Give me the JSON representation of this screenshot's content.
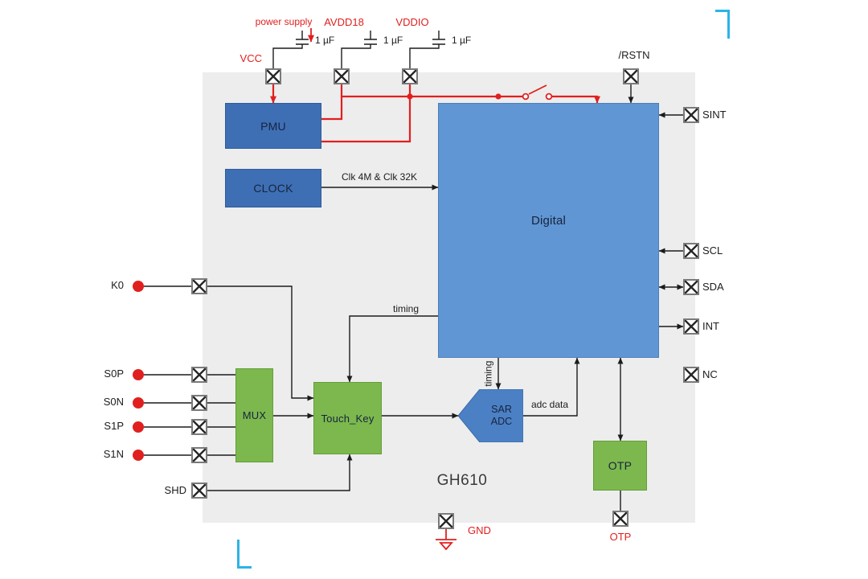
{
  "chip": {
    "name": "GH610"
  },
  "colors": {
    "chip_bg": "#ededed",
    "block_blue": "#3e6fb4",
    "block_blue_light": "#6096d3",
    "block_green": "#7cb84e",
    "wire_red": "#e0201f",
    "wire_black": "#1c1c1c",
    "corner_mark_blue": "#2bb3e6"
  },
  "blocks": {
    "pmu": "PMU",
    "clock": "CLOCK",
    "digital": "Digital",
    "mux": "MUX",
    "touch_key": "Touch_Key",
    "sar_adc_line1": "SAR",
    "sar_adc_line2": "ADC",
    "otp": "OTP"
  },
  "pins": {
    "vcc": "VCC",
    "avdd18": "AVDD18",
    "vddio": "VDDIO",
    "rstn": "/RSTN",
    "sint": "SINT",
    "scl": "SCL",
    "sda": "SDA",
    "int": "INT",
    "nc": "NC",
    "k0": "K0",
    "s0p": "S0P",
    "s0n": "S0N",
    "s1p": "S1P",
    "s1n": "S1N",
    "shd": "SHD",
    "gnd": "GND",
    "otp": "OTP"
  },
  "labels": {
    "power_supply": "power supply",
    "clk": "Clk 4M & Clk 32K",
    "timing_touchkey": "timing",
    "timing_adc": "timing",
    "adc_data": "adc data",
    "cap_vcc": "1 µF",
    "cap_avdd18": "1 µF",
    "cap_vddio": "1 µF"
  }
}
